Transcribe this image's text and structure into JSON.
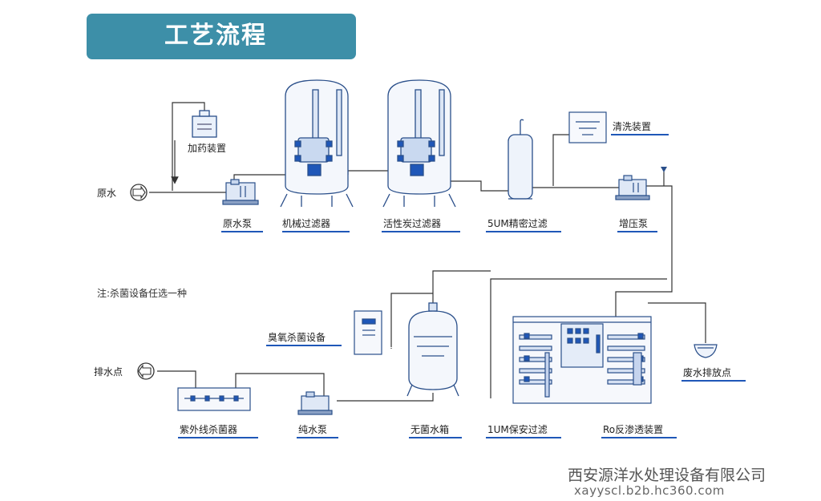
{
  "header": {
    "title": "工艺流程"
  },
  "labels": {
    "raw_water": "原水",
    "dosing_device": "加药装置",
    "raw_water_pump": "原水泵",
    "mechanical_filter": "机械过滤器",
    "carbon_filter": "活性炭过滤器",
    "precision_filter": "5UM精密过滤",
    "cleaning_device": "清洗装置",
    "booster_pump": "增压泵",
    "note": "注:杀菌设备任选一种",
    "ozone_sterilizer": "臭氧杀菌设备",
    "drain_point": "排水点",
    "uv_sterilizer": "紫外线杀菌器",
    "pure_water_pump": "纯水泵",
    "sterile_tank": "无菌水箱",
    "security_filter": "1UM保安过滤",
    "ro_device": "Ro反渗透装置",
    "waste_discharge": "废水排放点"
  },
  "footer": {
    "company": "西安源洋水处理设备有限公司",
    "url": "xayyscl.b2b.hc360.com"
  }
}
